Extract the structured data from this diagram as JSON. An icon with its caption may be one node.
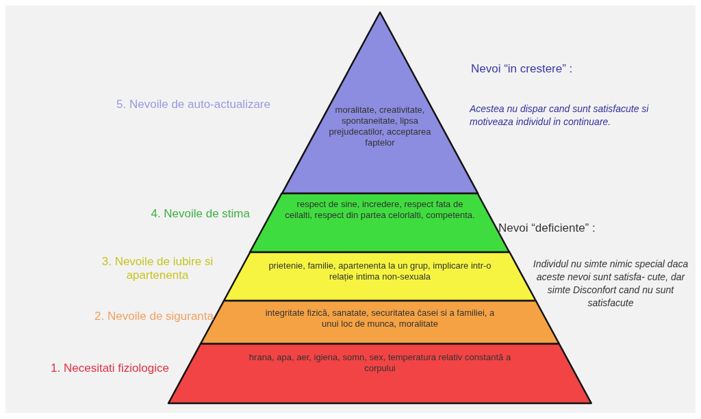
{
  "diagram": {
    "nodes": [
      {
        "text": [
          "moralitate, creativitate, spontaneitate, lipsa prejudecatilor, acceptarea faptelor"
        ],
        "beside": [
          "5. Nevoile de auto-actualizare"
        ]
      },
      {
        "text": [
          "respect de sine, incredere, respect fata de ceilalti, respect din partea celorlalti, competenta."
        ],
        "beside": [
          "4. Nevoile de stima"
        ]
      },
      {
        "text": [
          "prietenie, familie, apartenenta la un grup, implicare intr-o relație intima non-sexuala"
        ],
        "beside": [
          "3. Nevoile de iubire si apartenenta"
        ]
      },
      {
        "text": [
          "integritate fizică, sanatate, securitatea ĉasei si a familiei, a unui loc de munca, moralitate"
        ],
        "beside": [
          "2. Nevoile de siguranta"
        ]
      },
      {
        "text": [
          "hrana, apa, aer, igiena, somn, sex, temperatura relativ constantă a corpului"
        ],
        "beside": [
          "1. Necesitati fiziologice"
        ]
      }
    ],
    "labels": [
      "Nevoi “in crestere” :",
      "Acestea nu dispar cand sunt satisfacute si motiveaza individul in continuare.",
      "Nevoi “deficiente” :",
      "Individul nu simte nimic special daca aceste nevoi sunt satisfa- cute, dar simte Disconfort cand nu sunt satisfacute"
    ]
  }
}
